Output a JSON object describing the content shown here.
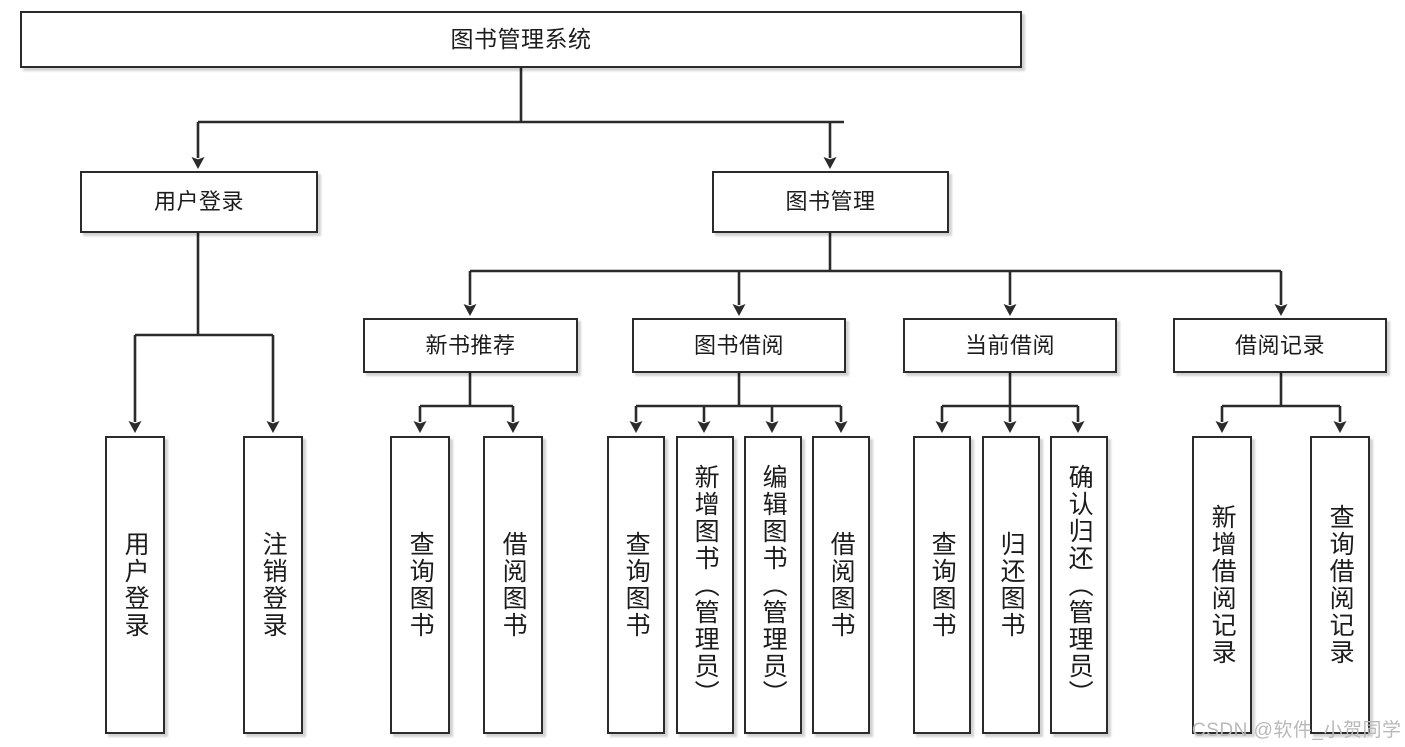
{
  "diagram": {
    "title": "图书管理系统",
    "type": "hierarchy-tree",
    "levels": 4,
    "colors": {
      "box_border": "#2b2b2b",
      "box_fill": "#ffffff",
      "edge": "#2b2b2b",
      "text": "#1c1c1c",
      "watermark": "#b9b9b9",
      "background": "#ffffff"
    }
  },
  "nodes": {
    "root": {
      "label": "图书管理系统"
    },
    "level2": [
      {
        "label": "用户登录"
      },
      {
        "label": "图书管理"
      }
    ],
    "level3": [
      {
        "label": "新书推荐"
      },
      {
        "label": "图书借阅"
      },
      {
        "label": "当前借阅"
      },
      {
        "label": "借阅记录"
      }
    ],
    "leaves": {
      "user_login": [
        {
          "label": "用户登录"
        },
        {
          "label": "注销登录"
        }
      ],
      "new_book_recommend": [
        {
          "label": "查询图书"
        },
        {
          "label": "借阅图书"
        }
      ],
      "book_borrow": [
        {
          "label": "查询图书"
        },
        {
          "label": "新增图书（管理员）"
        },
        {
          "label": "编辑图书（管理员）"
        },
        {
          "label": "借阅图书"
        }
      ],
      "current_borrow": [
        {
          "label": "查询图书"
        },
        {
          "label": "归还图书"
        },
        {
          "label": "确认归还（管理员）"
        }
      ],
      "borrow_record": [
        {
          "label": "新增借阅记录"
        },
        {
          "label": "查询借阅记录"
        }
      ]
    }
  },
  "watermark": {
    "text": "CSDN @软件_小贺同学"
  }
}
